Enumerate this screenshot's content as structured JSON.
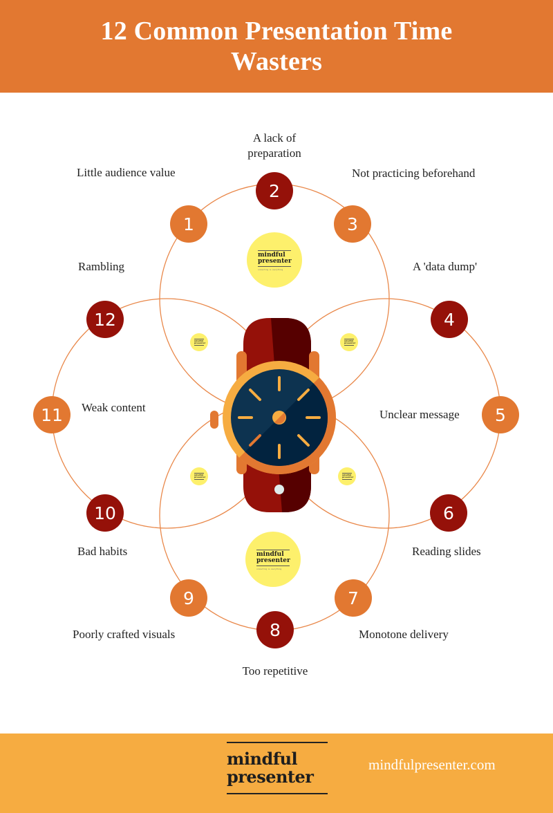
{
  "header": {
    "title": "12 Common Presentation Time Wasters",
    "background": "#e27831"
  },
  "colors": {
    "dark_badge": "#951109",
    "light_badge": "#e27831",
    "ring_stroke": "#e9884a",
    "logo_disc": "#fdf06c",
    "watch_face": "#0d3350",
    "watch_strap": "#951109",
    "watch_bezel": "#f6ac41"
  },
  "items": [
    {
      "number": "1",
      "label": "Little audience value"
    },
    {
      "number": "2",
      "label": "A lack of preparation"
    },
    {
      "number": "3",
      "label": "Not practicing beforehand"
    },
    {
      "number": "4",
      "label": "A 'data dump'"
    },
    {
      "number": "5",
      "label": "Unclear message"
    },
    {
      "number": "6",
      "label": "Reading slides"
    },
    {
      "number": "7",
      "label": "Monotone delivery"
    },
    {
      "number": "8",
      "label": "Too repetitive"
    },
    {
      "number": "9",
      "label": "Poorly crafted visuals"
    },
    {
      "number": "10",
      "label": "Bad habits"
    },
    {
      "number": "11",
      "label": "Weak content"
    },
    {
      "number": "12",
      "label": "Rambling"
    }
  ],
  "label_lines": {
    "item2_line1": "A lack of",
    "item2_line2": "preparation"
  },
  "logo": {
    "line1": "mindful",
    "line2": "presenter",
    "tagline": "connecting is everything"
  },
  "footer": {
    "logo_line1": "mindful",
    "logo_line2": "presenter",
    "url": "mindfulpresenter.com",
    "background": "#f6ac41"
  }
}
